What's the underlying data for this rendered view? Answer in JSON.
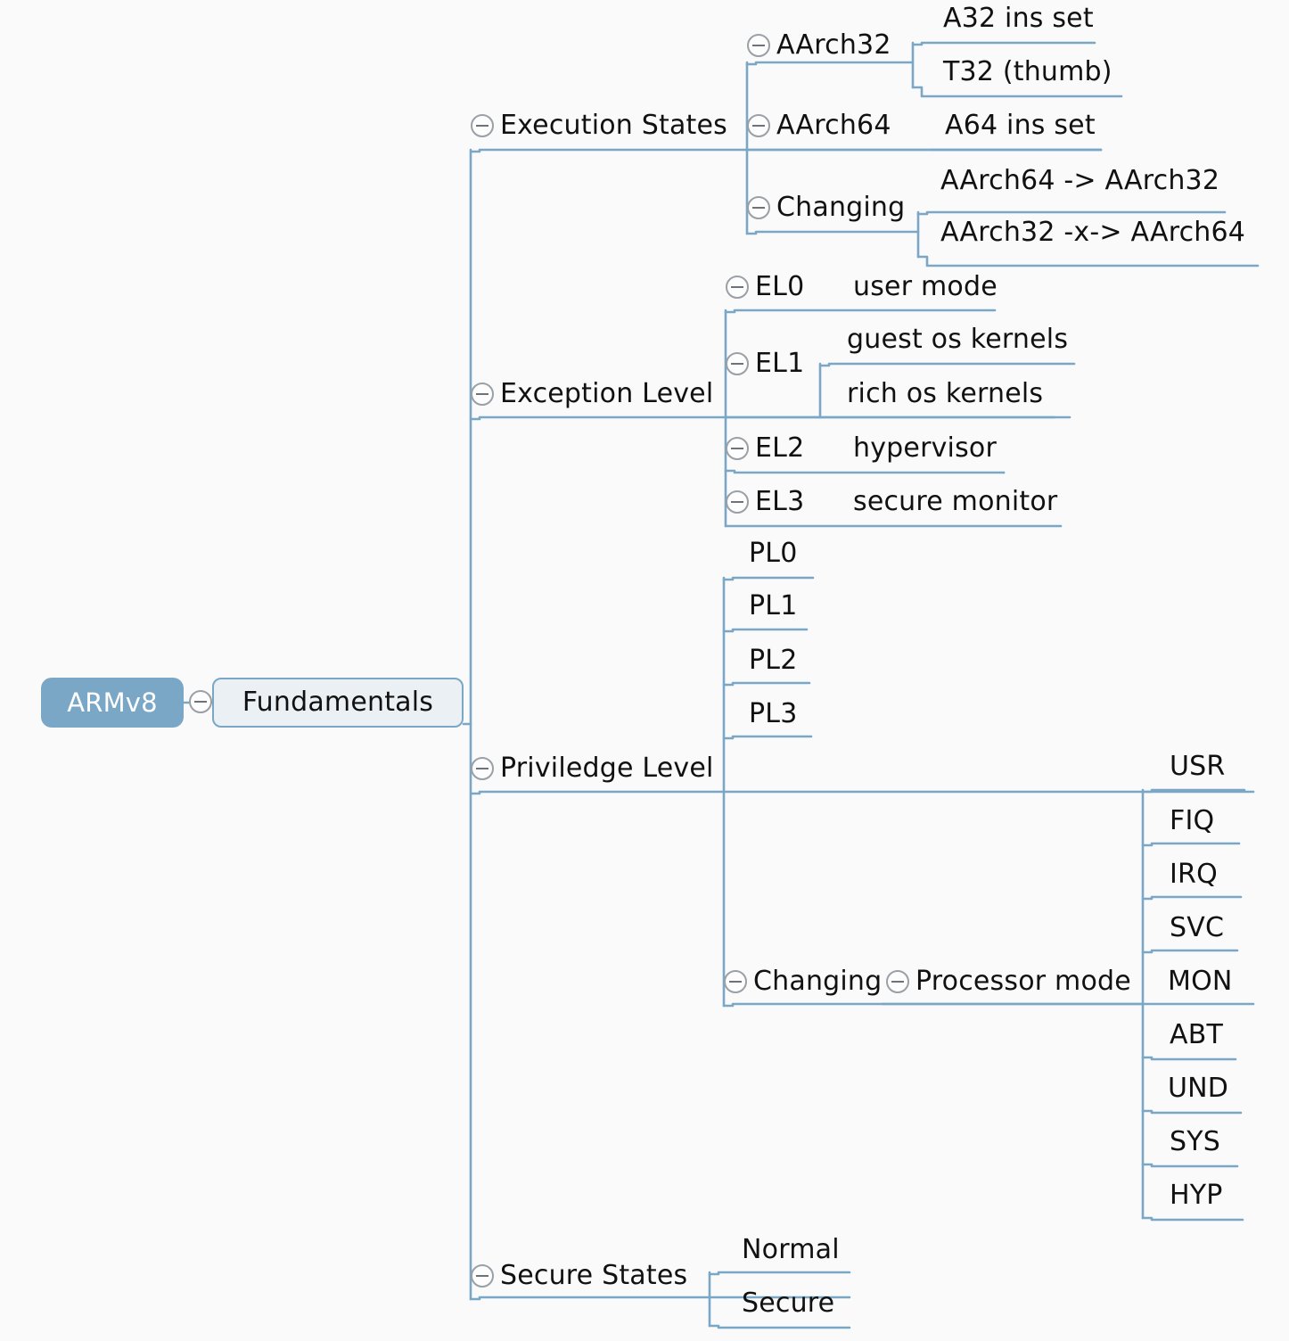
{
  "meta": {
    "diagram_type": "mind-map",
    "title": "ARMv8 Fundamentals",
    "background_color": "#fafafa",
    "link_color": "#7ba7c7",
    "root_fill": "#7ba7c7",
    "root_text_color": "#ffffff",
    "branch_fill": "#eaf0f4",
    "text_color": "#111111",
    "toggle_icon": "collapse-minus-circle"
  },
  "root": {
    "label": "ARMv8",
    "has_toggle": false
  },
  "branch": {
    "label": "Fundamentals",
    "has_toggle": true
  },
  "topics": [
    {
      "id": "execution-states",
      "label": "Execution States",
      "has_toggle": true,
      "children": [
        {
          "id": "aarch32",
          "label": "AArch32",
          "has_toggle": true,
          "children": [
            {
              "id": "a32-ins-set",
              "label": "A32 ins set",
              "has_toggle": false
            },
            {
              "id": "t32-thumb",
              "label": "T32 (thumb)",
              "has_toggle": false
            }
          ]
        },
        {
          "id": "aarch64",
          "label": "AArch64",
          "has_toggle": true,
          "children": [
            {
              "id": "a64-ins-set",
              "label": "A64 ins set",
              "has_toggle": false
            }
          ]
        },
        {
          "id": "es-changing",
          "label": "Changing",
          "has_toggle": true,
          "children": [
            {
              "id": "a64-to-a32",
              "label": "AArch64 -> AArch32",
              "has_toggle": false
            },
            {
              "id": "a32-x-to-a64",
              "label": "AArch32 -x-> AArch64",
              "has_toggle": false
            }
          ]
        }
      ]
    },
    {
      "id": "exception-level",
      "label": "Exception Level",
      "has_toggle": true,
      "children": [
        {
          "id": "el0",
          "label": "EL0",
          "has_toggle": true,
          "children": [
            {
              "id": "user-mode",
              "label": "user mode",
              "has_toggle": false
            }
          ]
        },
        {
          "id": "el1",
          "label": "EL1",
          "has_toggle": true,
          "children": [
            {
              "id": "guest-os-kernels",
              "label": "guest os kernels",
              "has_toggle": false
            },
            {
              "id": "rich-os-kernels",
              "label": "rich os kernels",
              "has_toggle": false
            }
          ]
        },
        {
          "id": "el2",
          "label": "EL2",
          "has_toggle": true,
          "children": [
            {
              "id": "hypervisor",
              "label": "hypervisor",
              "has_toggle": false
            }
          ]
        },
        {
          "id": "el3",
          "label": "EL3",
          "has_toggle": true,
          "children": [
            {
              "id": "secure-monitor",
              "label": "secure monitor",
              "has_toggle": false
            }
          ]
        }
      ]
    },
    {
      "id": "priviledge-level",
      "label": "Priviledge Level",
      "has_toggle": true,
      "children": [
        {
          "id": "pl0",
          "label": "PL0",
          "has_toggle": false
        },
        {
          "id": "pl1",
          "label": "PL1",
          "has_toggle": false
        },
        {
          "id": "pl2",
          "label": "PL2",
          "has_toggle": false
        },
        {
          "id": "pl3",
          "label": "PL3",
          "has_toggle": false
        },
        {
          "id": "pl-changing",
          "label": "Changing",
          "has_toggle": true,
          "children": [
            {
              "id": "processor-mode",
              "label": "Processor mode",
              "has_toggle": true,
              "children": [
                {
                  "id": "mode-usr",
                  "label": "USR",
                  "has_toggle": false
                },
                {
                  "id": "mode-fiq",
                  "label": "FIQ",
                  "has_toggle": false
                },
                {
                  "id": "mode-irq",
                  "label": "IRQ",
                  "has_toggle": false
                },
                {
                  "id": "mode-svc",
                  "label": "SVC",
                  "has_toggle": false
                },
                {
                  "id": "mode-mon",
                  "label": "MON",
                  "has_toggle": false
                },
                {
                  "id": "mode-abt",
                  "label": "ABT",
                  "has_toggle": false
                },
                {
                  "id": "mode-und",
                  "label": "UND",
                  "has_toggle": false
                },
                {
                  "id": "mode-sys",
                  "label": "SYS",
                  "has_toggle": false
                },
                {
                  "id": "mode-hyp",
                  "label": "HYP",
                  "has_toggle": false
                }
              ]
            }
          ]
        }
      ]
    },
    {
      "id": "secure-states",
      "label": "Secure States",
      "has_toggle": true,
      "children": [
        {
          "id": "normal",
          "label": "Normal",
          "has_toggle": false
        },
        {
          "id": "secure",
          "label": "Secure",
          "has_toggle": false
        }
      ]
    }
  ]
}
